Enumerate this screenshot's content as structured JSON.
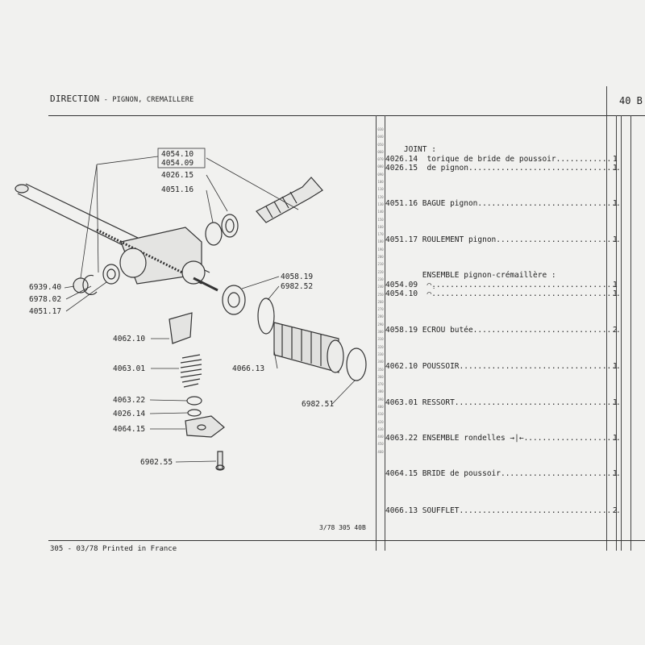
{
  "header": {
    "title_main": "DIRECTION",
    "title_sep": " - ",
    "title_sub": "PIGNON, CREMAILLERE",
    "page_code": "40 B"
  },
  "diagram_labels": {
    "l4054_10": "4054.10",
    "l4054_09": "4054.09",
    "l4026_15": "4026.15",
    "l4051_16": "4051.16",
    "l6939_40": "6939.40",
    "l6978_02": "6978.02",
    "l4051_17": "4051.17",
    "l4058_19": "4058.19",
    "l6982_52": "6982.52",
    "l4062_10": "4062.10",
    "l4063_01": "4063.01",
    "l4066_13": "4066.13",
    "l4063_22": "4063.22",
    "l4026_14": "4026.14",
    "l4064_15": "4064.15",
    "l6982_51": "6982.51",
    "l6902_55": "6902.55"
  },
  "parts_list": [
    {
      "text": "    JOINT :",
      "qty": ""
    },
    {
      "text": "4026.14  torique de bride de poussoir............",
      "qty": "1"
    },
    {
      "text": "4026.15  de pignon.................................",
      "qty": "1"
    },
    {
      "text": "4051.16 BAGUE pignon...............................",
      "qty": "1"
    },
    {
      "text": "4051.17 ROULEMENT pignon...........................",
      "qty": "1"
    },
    {
      "text": "        ENSEMBLE pignon-crémaillère :",
      "qty": ""
    },
    {
      "text": "4054.09  ⌒̣........................................",
      "qty": "1"
    },
    {
      "text": "4054.10  ⌒.........................................",
      "qty": "1"
    },
    {
      "text": "4058.19 ECROU butée................................",
      "qty": "2"
    },
    {
      "text": "4062.10 POUSSOIR...................................",
      "qty": "1"
    },
    {
      "text": "4063.01 RESSORT....................................",
      "qty": "1"
    },
    {
      "text": "4063.22 ENSEMBLE rondelles →|←.....................",
      "qty": "1"
    },
    {
      "text": "4064.15 BRIDE de poussoir..........................",
      "qty": "1"
    },
    {
      "text": "4066.13 SOUFFLET...................................",
      "qty": "2"
    }
  ],
  "ticks": [
    "030",
    "040",
    "050",
    "060",
    "070",
    "080",
    "090",
    "100",
    "110",
    "120",
    "130",
    "140",
    "150",
    "160",
    "170",
    "180",
    "190",
    "200",
    "210",
    "220",
    "230",
    "240",
    "250",
    "260",
    "270",
    "280",
    "290",
    "300",
    "310",
    "320",
    "330",
    "340",
    "350",
    "360",
    "370",
    "380",
    "390",
    "400",
    "410",
    "420",
    "430",
    "440",
    "450",
    "460"
  ],
  "footer": {
    "print_note": "305 - 03/78 Printed in France",
    "ref": "3/78 305 40B"
  }
}
